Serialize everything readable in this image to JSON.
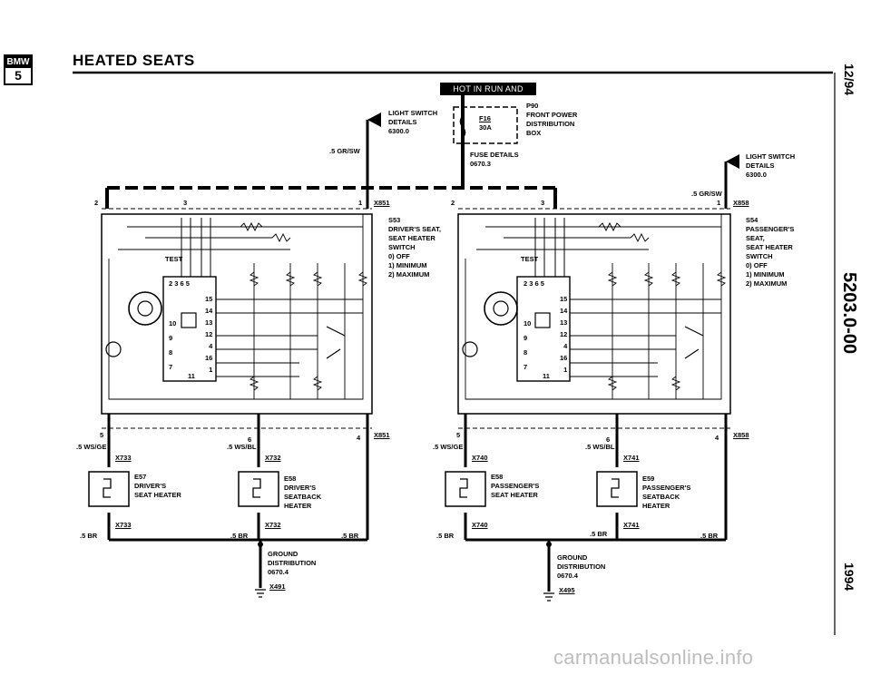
{
  "header": {
    "title": "HEATED SEATS",
    "logo_top": "BMW",
    "logo_bottom": "5"
  },
  "side": {
    "date": "12/94",
    "code": "5203.0-00",
    "year": "1994"
  },
  "hot_box": "HOT IN RUN AND START",
  "fuse": {
    "id": "F16",
    "amp": "30A",
    "box": [
      "P90",
      "FRONT POWER",
      "DISTRIBUTION",
      "BOX"
    ],
    "details": [
      "FUSE DETAILS",
      "0670.3"
    ]
  },
  "left": {
    "light_switch": [
      "LIGHT SWITCH",
      "DETAILS",
      "6300.0"
    ],
    "wire_top": ".5 GR/SW",
    "connector_top": "X851",
    "pin_top_left": "2",
    "pin_top_mid": "3",
    "pin_top_right": "1",
    "switch_label": [
      "S53",
      "DRIVER'S SEAT,",
      "SEAT HEATER",
      "SWITCH",
      "0) OFF",
      "1) MINIMUM",
      "2) MAXIMUM"
    ],
    "test": "TEST",
    "ic_pins_top": "2  3  6  5",
    "ic_pins_right": [
      "15",
      "14",
      "13",
      "12",
      "4",
      "16",
      "1"
    ],
    "ic_pins_left": [
      "10",
      "9",
      "8",
      "7"
    ],
    "ic_pin_bottom": "11",
    "bottom_conn": "X851",
    "bottom_pin_left": "5",
    "bottom_pin_mid": "6",
    "bottom_pin_right": "4",
    "wire_a": ".5 WS/GE",
    "wire_b": ".5 WS/BL",
    "x_a": "X733",
    "x_b": "X732",
    "heater_a": [
      "E57",
      "DRIVER'S",
      "SEAT HEATER"
    ],
    "heater_b": [
      "E58",
      "DRIVER'S",
      "SEATBACK",
      "HEATER"
    ],
    "br_a": ".5 BR",
    "br_b": ".5 BR",
    "br_c": ".5 BR",
    "ground": [
      "GROUND",
      "DISTRIBUTION",
      "0670.4"
    ],
    "ground_x": "X491"
  },
  "right": {
    "light_switch": [
      "LIGHT SWITCH",
      "DETAILS",
      "6300.0"
    ],
    "wire_top": ".5 GR/SW",
    "connector_top": "X858",
    "pin_top_left": "2",
    "pin_top_mid": "3",
    "pin_top_right": "1",
    "switch_label": [
      "S54",
      "PASSENGER'S",
      "SEAT,",
      "SEAT HEATER",
      "SWITCH",
      "0) OFF",
      "1) MINIMUM",
      "2) MAXIMUM"
    ],
    "test": "TEST",
    "ic_pins_top": "2  3  6  5",
    "ic_pins_right": [
      "15",
      "14",
      "13",
      "12",
      "4",
      "16",
      "1"
    ],
    "ic_pins_left": [
      "10",
      "9",
      "8",
      "7"
    ],
    "ic_pin_bottom": "11",
    "bottom_conn": "X858",
    "bottom_pin_left": "5",
    "bottom_pin_mid": "6",
    "bottom_pin_right": "4",
    "wire_a": ".5 WS/GE",
    "wire_b": ".5 WS/BL",
    "x_a": "X740",
    "x_b": "X741",
    "heater_a": [
      "E58",
      "PASSENGER'S",
      "SEAT HEATER"
    ],
    "heater_b": [
      "E59",
      "PASSENGER'S",
      "SEATBACK",
      "HEATER"
    ],
    "br_a": ".5 BR",
    "br_b": ".5 BR",
    "br_c": ".5 BR",
    "ground": [
      "GROUND",
      "DISTRIBUTION",
      "0670.4"
    ],
    "ground_x": "X495"
  },
  "watermark": "carmanualsonline.info"
}
